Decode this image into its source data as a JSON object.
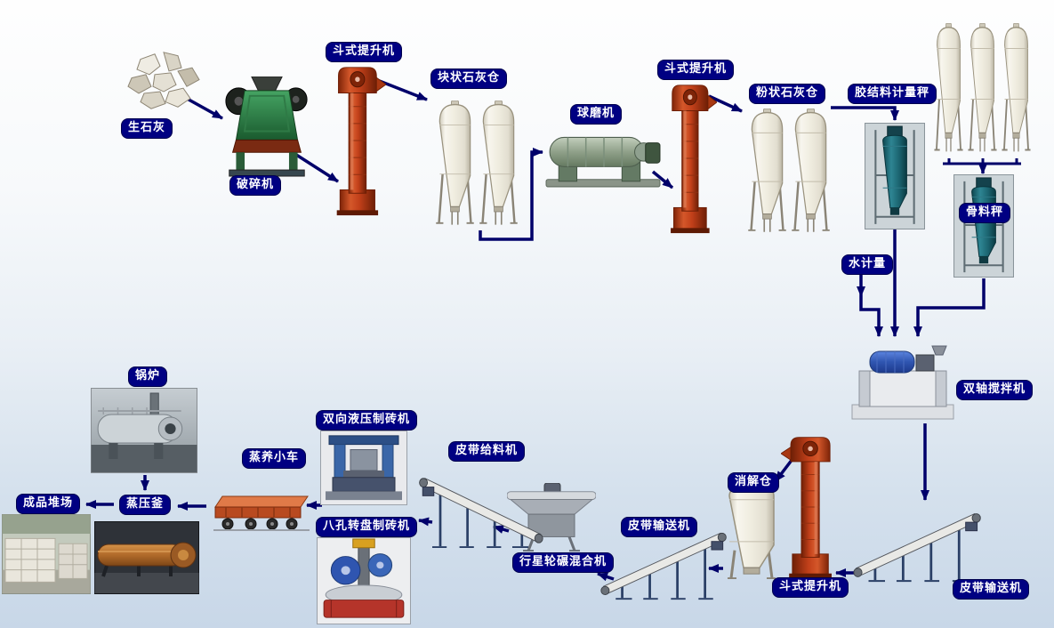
{
  "nodes": {
    "quicklime": {
      "label": "生石灰"
    },
    "crusher": {
      "label": "破碎机"
    },
    "bucket_elevator_1": {
      "label": "斗式提升机"
    },
    "lump_lime_silo": {
      "label": "块状石灰仓"
    },
    "ball_mill": {
      "label": "球磨机"
    },
    "bucket_elevator_2": {
      "label": "斗式提升机"
    },
    "powder_lime_silo": {
      "label": "粉状石灰仓"
    },
    "binder_scale": {
      "label": "胶结料计量秤"
    },
    "aggregate_scale": {
      "label": "骨料秤"
    },
    "water_meter": {
      "label": "水计量"
    },
    "twin_shaft_mixer": {
      "label": "双轴搅拌机"
    },
    "belt_conveyor_right": {
      "label": "皮带输送机"
    },
    "bucket_elevator_3": {
      "label": "斗式提升机"
    },
    "digestion_silo": {
      "label": "消解仓"
    },
    "belt_conveyor_mid": {
      "label": "皮带输送机"
    },
    "planetary_mixer": {
      "label": "行星轮碾混合机"
    },
    "belt_feeder": {
      "label": "皮带给料机"
    },
    "hydraulic_brick_press": {
      "label": "双向液压制砖机"
    },
    "rotary_brick_press": {
      "label": "八孔转盘制砖机"
    },
    "steam_cart": {
      "label": "蒸养小车"
    },
    "autoclave": {
      "label": "蒸压釜"
    },
    "boiler": {
      "label": "锅炉"
    },
    "product_yard": {
      "label": "成品堆场"
    }
  },
  "edges": [
    {
      "from": "quicklime",
      "to": "crusher"
    },
    {
      "from": "crusher",
      "to": "bucket_elevator_1"
    },
    {
      "from": "bucket_elevator_1",
      "to": "lump_lime_silo"
    },
    {
      "from": "lump_lime_silo",
      "to": "ball_mill"
    },
    {
      "from": "ball_mill",
      "to": "bucket_elevator_2"
    },
    {
      "from": "bucket_elevator_2",
      "to": "powder_lime_silo"
    },
    {
      "from": "powder_lime_silo",
      "to": "binder_scale"
    },
    {
      "from": "binder_scale",
      "to": "twin_shaft_mixer"
    },
    {
      "from": "storage_silos",
      "to": "aggregate_scale"
    },
    {
      "from": "aggregate_scale",
      "to": "twin_shaft_mixer"
    },
    {
      "from": "water_meter",
      "to": "twin_shaft_mixer"
    },
    {
      "from": "twin_shaft_mixer",
      "to": "belt_conveyor_right"
    },
    {
      "from": "belt_conveyor_right",
      "to": "bucket_elevator_3"
    },
    {
      "from": "bucket_elevator_3",
      "to": "digestion_silo"
    },
    {
      "from": "digestion_silo",
      "to": "belt_conveyor_mid"
    },
    {
      "from": "belt_conveyor_mid",
      "to": "planetary_mixer"
    },
    {
      "from": "planetary_mixer",
      "to": "belt_feeder"
    },
    {
      "from": "belt_feeder",
      "to": "brick_presses"
    },
    {
      "from": "brick_presses",
      "to": "steam_cart"
    },
    {
      "from": "steam_cart",
      "to": "autoclave"
    },
    {
      "from": "boiler",
      "to": "autoclave"
    },
    {
      "from": "autoclave",
      "to": "product_yard"
    }
  ],
  "colors": {
    "label_bg": "#000082",
    "label_text": "#ffffff",
    "arrow": "#00006a",
    "elevator_red": "#c2401a",
    "silo_white": "#efecdf",
    "background_bottom": "#c8d7e8"
  }
}
